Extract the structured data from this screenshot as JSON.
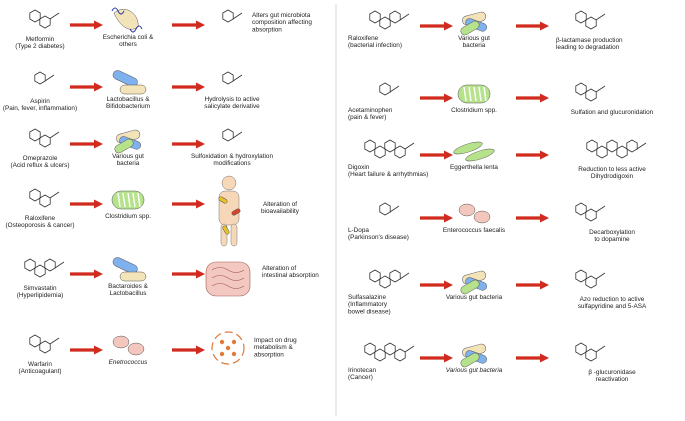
{
  "left_rows": [
    {
      "drug": [
        "Metformin",
        "(Type 2 diabetes)"
      ],
      "bacteria": [
        "Escherichia coli &",
        "others"
      ],
      "bacteria_italic": false,
      "effect": [
        "Alters gut microbiota",
        "composition affecting",
        "absorption"
      ]
    },
    {
      "drug": [
        "Aspirin",
        "(Pain, fever, inflammation)"
      ],
      "bacteria": [
        "Lactobacillus &",
        "Bifidobacterium"
      ],
      "bacteria_italic": false,
      "effect": [
        "Hydrolysis to active",
        "salicylate derivative"
      ]
    },
    {
      "drug": [
        "Omeprazole",
        "(Acid reflux & ulcers)"
      ],
      "bacteria": [
        "Various gut",
        "bacteria"
      ],
      "bacteria_italic": false,
      "effect": [
        "Sulfoxidation & hydroxylation",
        "modifications"
      ]
    },
    {
      "drug": [
        "Raloxifene",
        "(Osteoporosis & cancer)"
      ],
      "bacteria": [
        "Clostridium spp."
      ],
      "bacteria_italic": false,
      "effect": [
        "Alteration of",
        "bioavailability"
      ]
    },
    {
      "drug": [
        "Simvastatin",
        "(Hyperlipidemia)"
      ],
      "bacteria": [
        "Bactaroides &",
        "Lactobacillus"
      ],
      "bacteria_italic": false,
      "effect": [
        "Alteration of",
        "intestinal absorption"
      ]
    },
    {
      "drug": [
        "Warfarin",
        "(Anticoagulant)"
      ],
      "bacteria": [
        "Enetrococcus"
      ],
      "bacteria_italic": true,
      "effect": [
        "Impact on drug",
        "metabolism &",
        "absorption"
      ]
    }
  ],
  "right_rows": [
    {
      "drug": [
        "Raloxifene",
        "(bacterial infection)"
      ],
      "bacteria": [
        "Various gut",
        "bacteria"
      ],
      "bacteria_italic": false,
      "effect": [
        "β-lactamase production",
        "leading to degradation"
      ]
    },
    {
      "drug": [
        "Acetaminophen",
        "(pain & fever)"
      ],
      "bacteria": [
        "Clostridium spp."
      ],
      "bacteria_italic": false,
      "effect": [
        "Sulfation and glucuronidation"
      ]
    },
    {
      "drug": [
        "Digoxin",
        "(Heart failure & arrhythmias)"
      ],
      "bacteria": [
        "Eggerthella lenta"
      ],
      "bacteria_italic": false,
      "effect": [
        "Reduction to less active",
        "Dihydrodigoxin"
      ]
    },
    {
      "drug": [
        "L-Dopa",
        "(Parkinson's disease)"
      ],
      "bacteria": [
        "Enterococcus faecalis"
      ],
      "bacteria_italic": false,
      "effect": [
        "Decarboxylation",
        "to dopamine"
      ]
    },
    {
      "drug": [
        "Sulfasalazine",
        "(Inflammatory",
        "bowel disease)"
      ],
      "bacteria": [
        "Various gut bacteria"
      ],
      "bacteria_italic": false,
      "effect": [
        "Azo reduction to active",
        "sulfapyridine and 5-ASA"
      ]
    },
    {
      "drug": [
        "Irinotecan",
        "(Cancer)"
      ],
      "bacteria": [
        "Various gut bacteria"
      ],
      "bacteria_italic": true,
      "effect": [
        "β -glucuronidase",
        "reactivation"
      ]
    }
  ],
  "colors": {
    "arrow": "#d12a1f",
    "bacteria_beige": "#f3e3b8",
    "bacteria_blue": "#7fb1ee",
    "bacteria_green": "#b6e28c",
    "bacteria_pink": "#f3c7bd"
  }
}
